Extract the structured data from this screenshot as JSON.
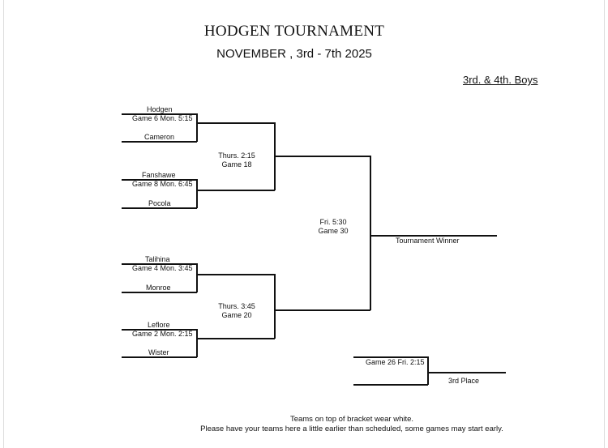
{
  "header": {
    "title": "HODGEN TOURNAMENT",
    "dates": "NOVEMBER , 3rd - 7th   2025",
    "division": "3rd. & 4th.  Boys"
  },
  "round1": [
    {
      "top_team": "Hodgen",
      "game": "Game 6  Mon. 5:15",
      "bottom_team": "Cameron"
    },
    {
      "top_team": "Fanshawe",
      "game": "Game 8  Mon. 6:45",
      "bottom_team": "Pocola"
    },
    {
      "top_team": "Talihina",
      "game": "Game 4  Mon. 3:45",
      "bottom_team": "Monroe"
    },
    {
      "top_team": "Leflore",
      "game": "Game 2  Mon. 2:15",
      "bottom_team": "Wister"
    }
  ],
  "round2": [
    {
      "time": "Thurs.  2:15",
      "game": "Game 18"
    },
    {
      "time": "Thurs. 3:45",
      "game": "Game 20"
    }
  ],
  "final": {
    "time": "Fri. 5:30",
    "game": "Game 30",
    "winner_label": "Tournament Winner"
  },
  "third_place": {
    "game": "Game 26 Fri. 2:15",
    "label": "3rd Place"
  },
  "footer": {
    "line1": "Teams on top of bracket wear white.",
    "line2": "Please have your teams here a little earlier than scheduled, some games may start early."
  }
}
